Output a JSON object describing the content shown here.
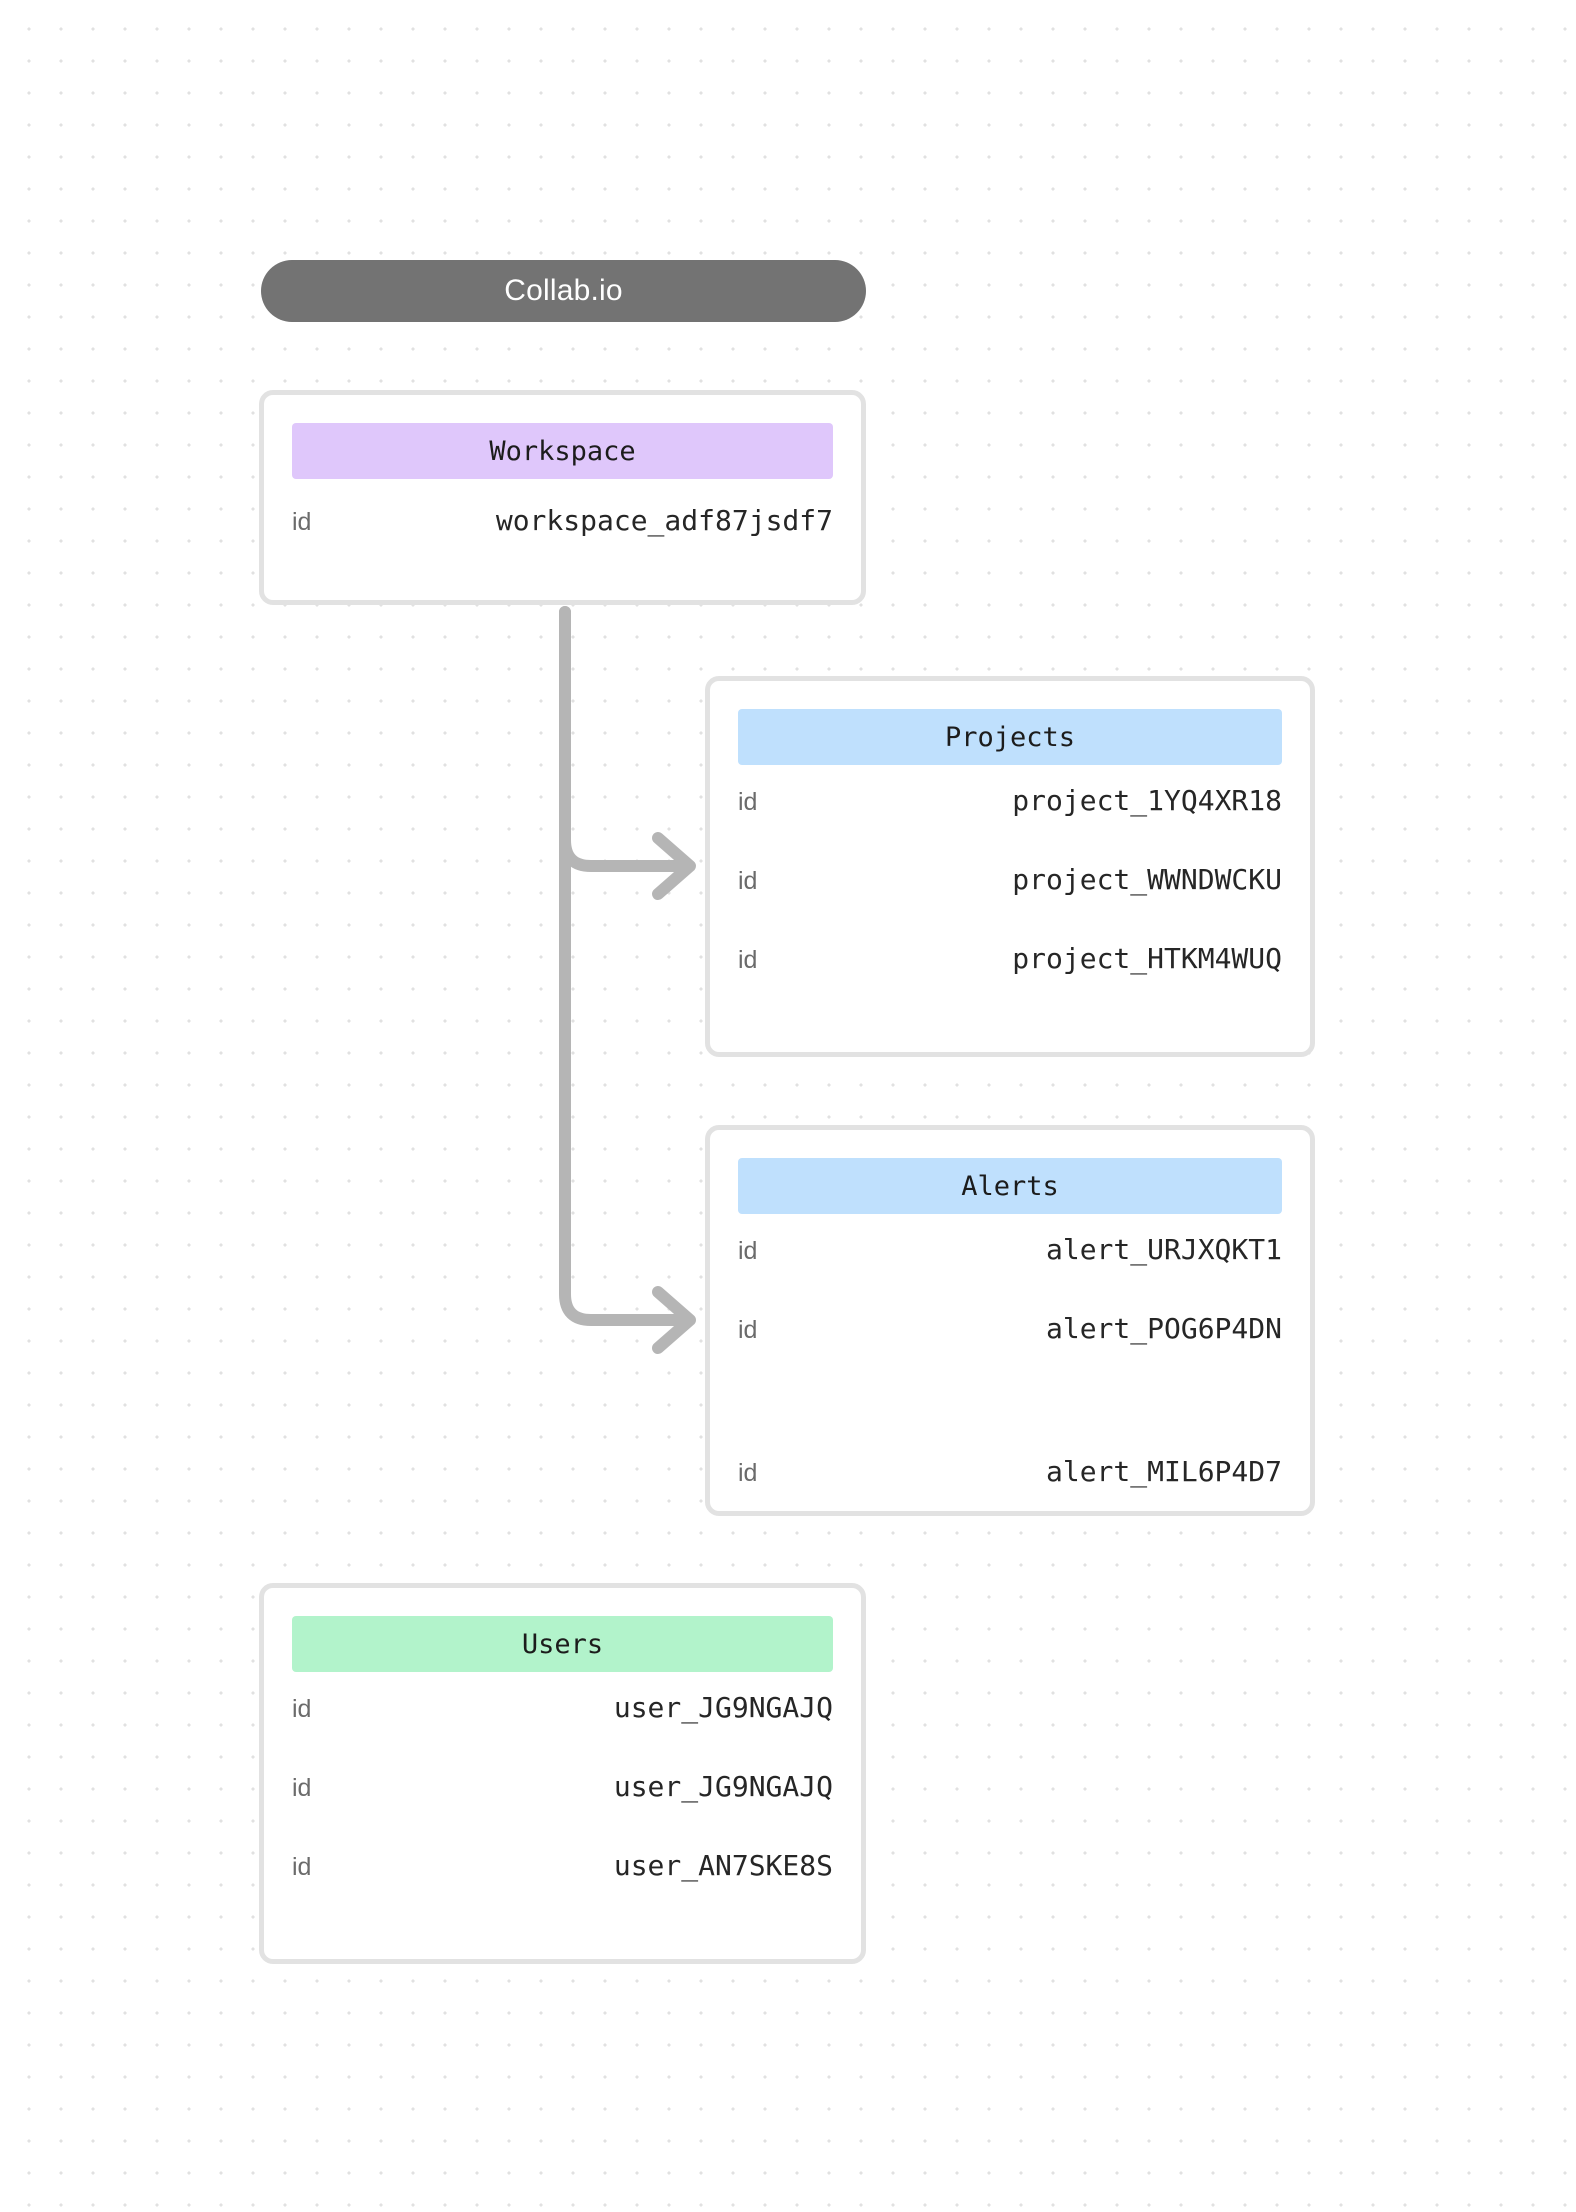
{
  "diagram": {
    "title": "Collab.io",
    "background": "#ffffff",
    "dot_color": "#e1e1e1",
    "title_pill_color": "#737373",
    "connector_color": "#b5b5b5"
  },
  "cards": [
    {
      "id": "workspace",
      "title": "Workspace",
      "header_color": "#dfc7fb",
      "rows": [
        {
          "field": "id",
          "value": "workspace_adf87jsdf7"
        }
      ]
    },
    {
      "id": "projects",
      "title": "Projects",
      "header_color": "#bfe0fd",
      "rows": [
        {
          "field": "id",
          "value": "project_1YQ4XR18"
        },
        {
          "field": "id",
          "value": "project_WWNDWCKU"
        },
        {
          "field": "id",
          "value": "project_HTKM4WUQ"
        }
      ]
    },
    {
      "id": "alerts",
      "title": "Alerts",
      "header_color": "#bfe0fd",
      "rows": [
        {
          "field": "id",
          "value": "alert_URJXQKT1"
        },
        {
          "field": "id",
          "value": "alert_POG6P4DN"
        },
        {
          "field": "id",
          "value": "alert_MIL6P4D7"
        }
      ]
    },
    {
      "id": "users",
      "title": "Users",
      "header_color": "#b2f3cb",
      "rows": [
        {
          "field": "id",
          "value": "user_JG9NGAJQ"
        },
        {
          "field": "id",
          "value": "user_JG9NGAJQ"
        },
        {
          "field": "id",
          "value": "user_AN7SKE8S"
        }
      ]
    }
  ],
  "connections": [
    {
      "from": "workspace",
      "to": "projects"
    },
    {
      "from": "workspace",
      "to": "alerts"
    }
  ]
}
